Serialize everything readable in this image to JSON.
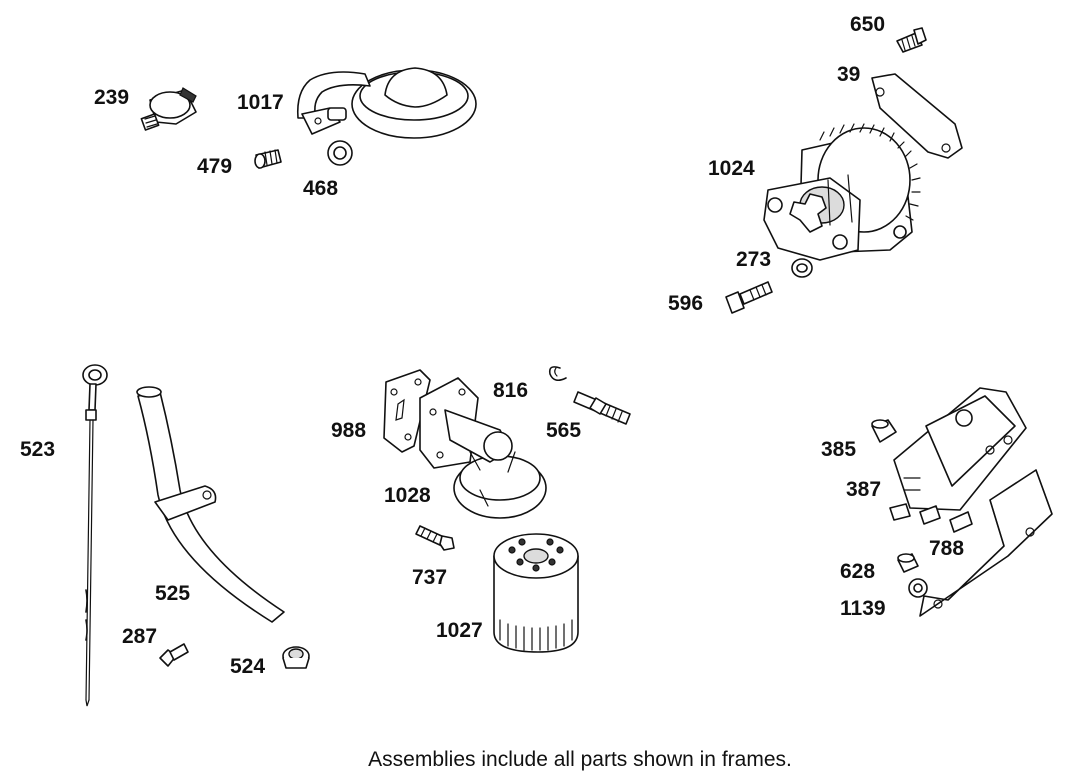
{
  "labels": {
    "p239": "239",
    "p1017": "1017",
    "p479": "479",
    "p468": "468",
    "p650": "650",
    "p39": "39",
    "p1024": "1024",
    "p273": "273",
    "p596": "596",
    "p523": "523",
    "p525": "525",
    "p287": "287",
    "p524": "524",
    "p988": "988",
    "p816": "816",
    "p565": "565",
    "p1028": "1028",
    "p737": "737",
    "p1027": "1027",
    "p385": "385",
    "p387": "387",
    "p788": "788",
    "p628": "628",
    "p1139": "1139"
  },
  "caption": "Assemblies include all parts shown in frames."
}
